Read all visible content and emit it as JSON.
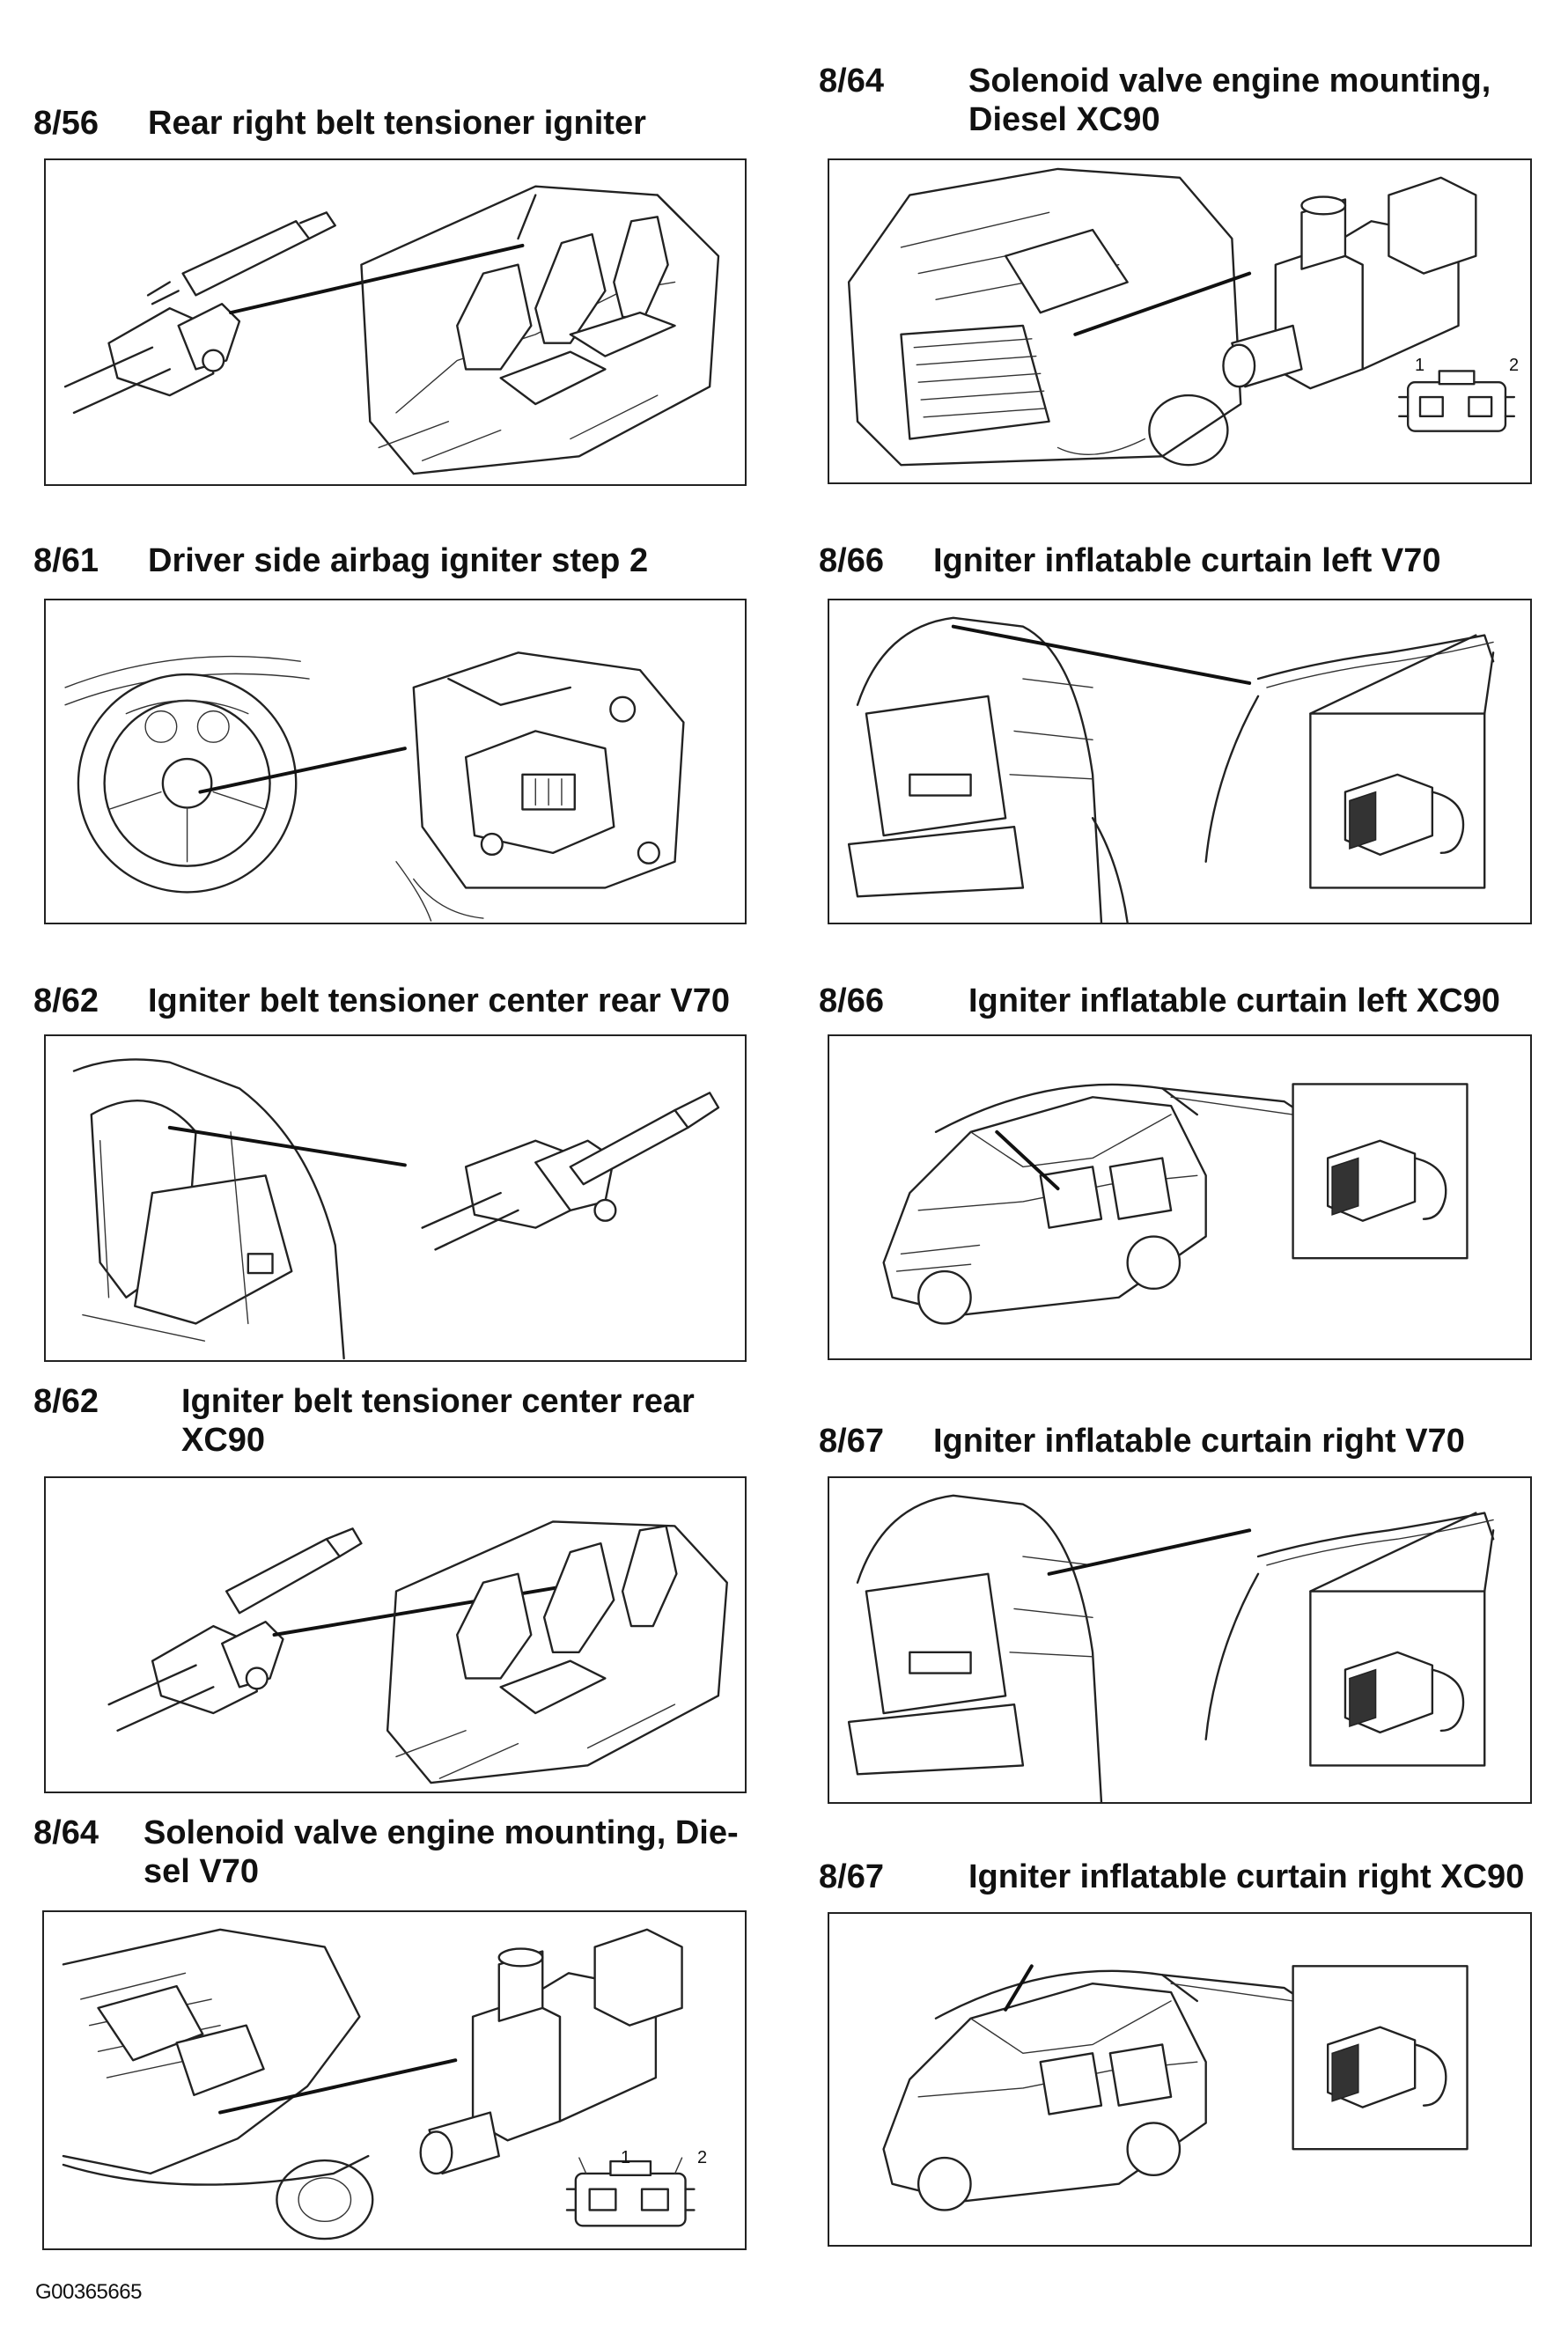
{
  "items": [
    {
      "num": "8/56",
      "title": [
        "Rear right belt tensioner igniter"
      ]
    },
    {
      "num": "8/61",
      "title": [
        "Driver side airbag igniter step 2"
      ]
    },
    {
      "num": "8/62",
      "title": [
        "Igniter belt tensioner center rear V70"
      ]
    },
    {
      "num": "8/62",
      "title": [
        "Igniter belt tensioner center rear",
        "XC90"
      ]
    },
    {
      "num": "8/64",
      "title": [
        "Solenoid valve engine mounting, Die-",
        "sel V70"
      ]
    },
    {
      "num": "8/64",
      "title": [
        "Solenoid valve engine mounting,",
        "Diesel XC90"
      ]
    },
    {
      "num": "8/66",
      "title": [
        "Igniter inflatable curtain left V70"
      ]
    },
    {
      "num": "8/66",
      "title": [
        "Igniter inflatable curtain left XC90"
      ]
    },
    {
      "num": "8/67",
      "title": [
        "Igniter inflatable curtain right V70"
      ]
    },
    {
      "num": "8/67",
      "title": [
        "Igniter inflatable curtain right XC90"
      ]
    }
  ],
  "connector_pins": {
    "pin1": "1",
    "pin2": "2"
  },
  "figure_ref": "G00365665"
}
